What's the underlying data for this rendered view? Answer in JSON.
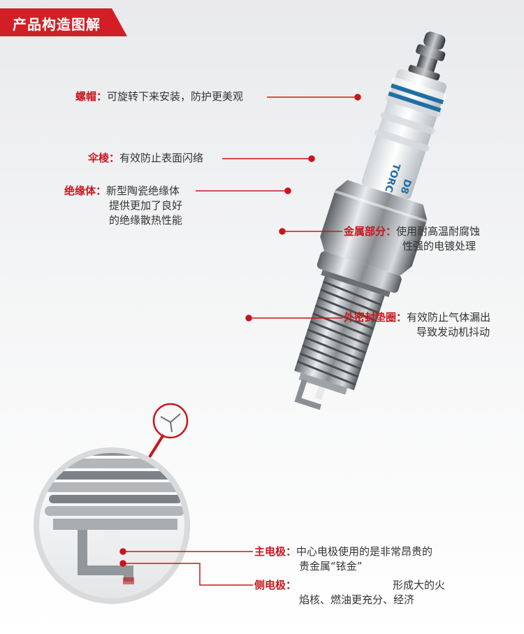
{
  "header": {
    "title": "产品构造图解"
  },
  "product": {
    "brand_mark": "TORCH",
    "model_mark": "D8"
  },
  "callouts": [
    {
      "key": "螺帽：",
      "text": [
        "可旋转下来安装，防护更美观"
      ]
    },
    {
      "key": "伞棱：",
      "text": [
        "有效防止表面闪络"
      ]
    },
    {
      "key": "绝缘体：",
      "text": [
        "新型陶瓷绝缘体",
        "提供更加了良好",
        "的绝缘散热性能"
      ]
    },
    {
      "key": "金属部分：",
      "text": [
        "使用耐高温耐腐蚀",
        "性强的电镀处理"
      ]
    },
    {
      "key": "外密封垫圈：",
      "text": [
        "有效防止气体漏出",
        "导致发动机抖动"
      ]
    },
    {
      "key": "主电极：",
      "text": [
        "中心电极使用的是非常昂贵的",
        "贵金属“铱金”"
      ]
    },
    {
      "key": "侧电极：",
      "text": [
        "形成大的火",
        "焰核、燃油更充分、经济"
      ]
    }
  ],
  "colors": {
    "accent": "#c8161d",
    "text": "#333333",
    "stripe": "#1f6fa3"
  }
}
